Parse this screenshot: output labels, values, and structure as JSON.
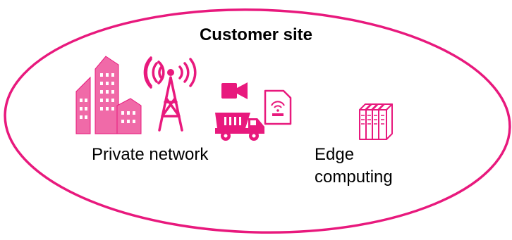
{
  "title": "Customer site",
  "labels": {
    "private_network": "Private network",
    "edge_line1": "Edge",
    "edge_line2": "computing"
  },
  "colors": {
    "accent": "#e8197d",
    "text": "#000000",
    "background": "#ffffff"
  },
  "icons": [
    "building-icon",
    "radio-tower-icon",
    "video-camera-icon",
    "dump-truck-icon",
    "sim-card-icon",
    "server-rack-icon"
  ]
}
